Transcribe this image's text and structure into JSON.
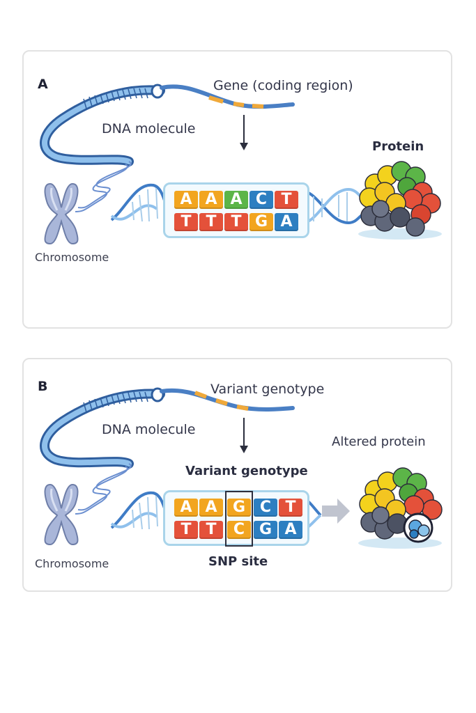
{
  "panel_a": {
    "letter": "A",
    "gene_label": "Gene (coding region)",
    "dna_label": "DNA molecule",
    "chromosome_label": "Chromosome",
    "protein_label": "Protein",
    "top_strand": [
      "A",
      "A",
      "A",
      "C",
      "T"
    ],
    "bottom_strand": [
      "T",
      "T",
      "T",
      "G",
      "A"
    ]
  },
  "panel_b": {
    "letter": "B",
    "gene_label": "Variant genotype",
    "dna_label": "DNA molecule",
    "chromosome_label": "Chromosome",
    "protein_label": "Altered protein",
    "genotype_label": "Variant genotype",
    "snp_label": "SNP site",
    "top_strand": [
      "A",
      "A",
      "G",
      "C",
      "T"
    ],
    "bottom_strand": [
      "T",
      "T",
      "C",
      "G",
      "A"
    ]
  },
  "colors": {
    "A": "#f2a51f",
    "T": "#e4513a",
    "G": "#5cb548",
    "C": "#2d7fc1",
    "dna_blue": "#3f7cc6",
    "chromosome": "#a9b6d9"
  }
}
